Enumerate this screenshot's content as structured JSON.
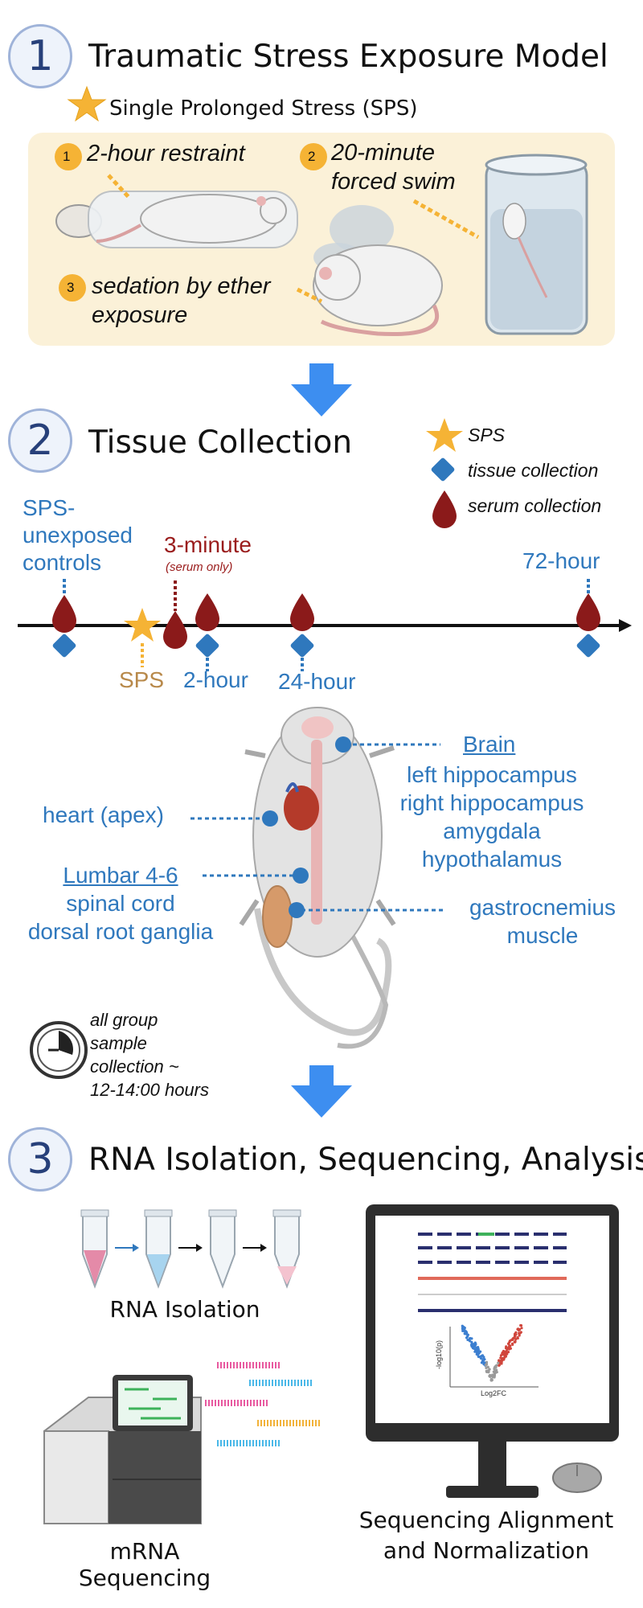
{
  "section1": {
    "number": "1",
    "title": "Traumatic Stress Exposure Model",
    "sps_label": "Single Prolonged Stress (SPS)",
    "steps": [
      {
        "num": "1",
        "text": "2-hour restraint"
      },
      {
        "num": "2",
        "line1": "20-minute",
        "line2": "forced swim"
      },
      {
        "num": "3",
        "line1": "sedation by ether",
        "line2": "exposure"
      }
    ]
  },
  "section2": {
    "number": "2",
    "title": "Tissue Collection",
    "legend": [
      {
        "icon": "star-icon",
        "label": "SPS"
      },
      {
        "icon": "diamond-icon",
        "label": "tissue collection"
      },
      {
        "icon": "drop-icon",
        "label": "serum collection"
      }
    ],
    "timeline": {
      "controls": [
        "SPS-",
        "unexposed",
        "controls"
      ],
      "three_min": "3-minute",
      "serum_only": "(serum only)",
      "seventytwo": "72-hour",
      "sps": "SPS",
      "two_hour": "2-hour",
      "twentyfour": "24-hour"
    },
    "tissues": {
      "brain_title": "Brain",
      "brain_items": [
        "left hippocampus",
        "right hippocampus",
        "amygdala",
        "hypothalamus"
      ],
      "heart": "heart (apex)",
      "lumbar_title": "Lumbar 4-6",
      "lumbar_items": [
        "spinal cord",
        "dorsal root ganglia"
      ],
      "muscle": [
        "gastrocnemius",
        "muscle"
      ]
    },
    "collection_note": [
      "all group",
      "sample",
      "collection ~",
      "12-14:00 hours"
    ]
  },
  "section3": {
    "number": "3",
    "title": "RNA Isolation, Sequencing, Analysis",
    "rna_isolation": "RNA Isolation",
    "mrna_sequencing": "mRNA Sequencing",
    "alignment": [
      "Sequencing Alignment",
      "and Normalization"
    ],
    "volcano_xlabel": "Log2FC",
    "volcano_ylabel": "-log10(p)"
  },
  "colors": {
    "accent_blue": "#2f78bd",
    "serum_red": "#8b1a1a",
    "sps_gold": "#f5b335",
    "panel_bg": "#fbf1d8",
    "arrow_blue": "#3d8ef0"
  }
}
